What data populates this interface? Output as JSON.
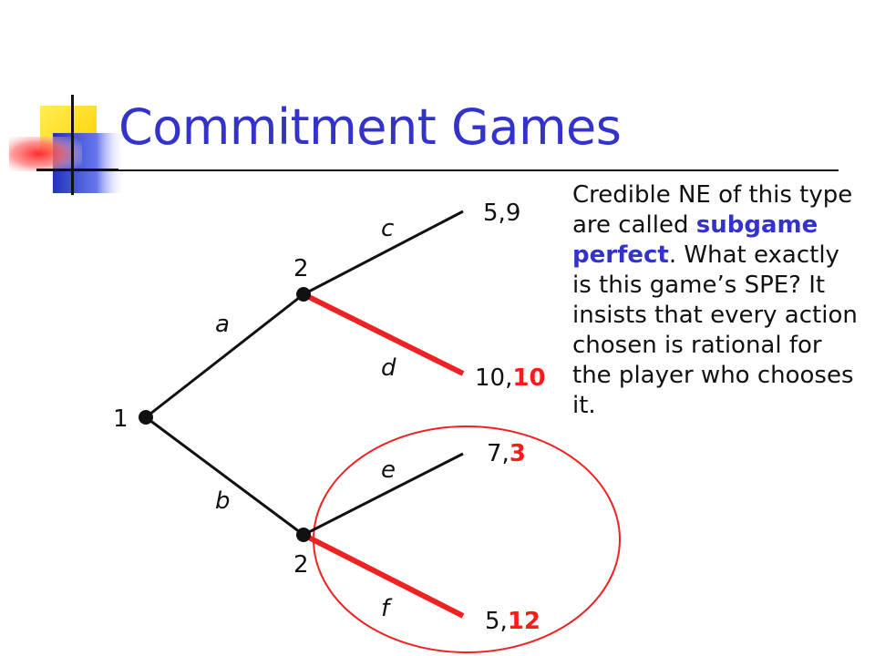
{
  "slide": {
    "title": "Commitment Games",
    "note": {
      "before": "Credible NE of this type are called ",
      "highlight": "subgame perfect",
      "after": ".  What exactly is this game’s SPE?  It insists that every action chosen is rational for the player who chooses it."
    }
  },
  "tree": {
    "nodes": [
      {
        "id": "root",
        "player": "1"
      },
      {
        "id": "upper",
        "player": "2"
      },
      {
        "id": "lower",
        "player": "2"
      }
    ],
    "actions": [
      {
        "id": "a",
        "label": "a",
        "from": "root",
        "to": "upper",
        "chosen": false
      },
      {
        "id": "b",
        "label": "b",
        "from": "root",
        "to": "lower",
        "chosen": false
      },
      {
        "id": "c",
        "label": "c",
        "from": "upper",
        "to": "payoff-59",
        "chosen": false
      },
      {
        "id": "d",
        "label": "d",
        "from": "upper",
        "to": "payoff-1010",
        "chosen": true
      },
      {
        "id": "e",
        "label": "e",
        "from": "lower",
        "to": "payoff-73",
        "chosen": false
      },
      {
        "id": "f",
        "label": "f",
        "from": "lower",
        "to": "payoff-512",
        "chosen": true
      }
    ],
    "payoffs": [
      {
        "id": "payoff-59",
        "p1": "5",
        "sep": ",",
        "p2": "9",
        "p2_highlight": false
      },
      {
        "id": "payoff-1010",
        "p1": "10",
        "sep": ",",
        "p2": "10",
        "p2_highlight": true
      },
      {
        "id": "payoff-73",
        "p1": "7",
        "sep": ",",
        "p2": "3",
        "p2_highlight": true
      },
      {
        "id": "payoff-512",
        "p1": "5",
        "sep": ",",
        "p2": "12",
        "p2_highlight": true
      }
    ],
    "subgame_circle": {
      "encloses": "lower"
    },
    "colors": {
      "edge": "#111111",
      "chosen_edge": "#ee2222",
      "circle": "#ee2222",
      "title": "#3333cc",
      "highlight_text": "#ff1a1a"
    }
  }
}
